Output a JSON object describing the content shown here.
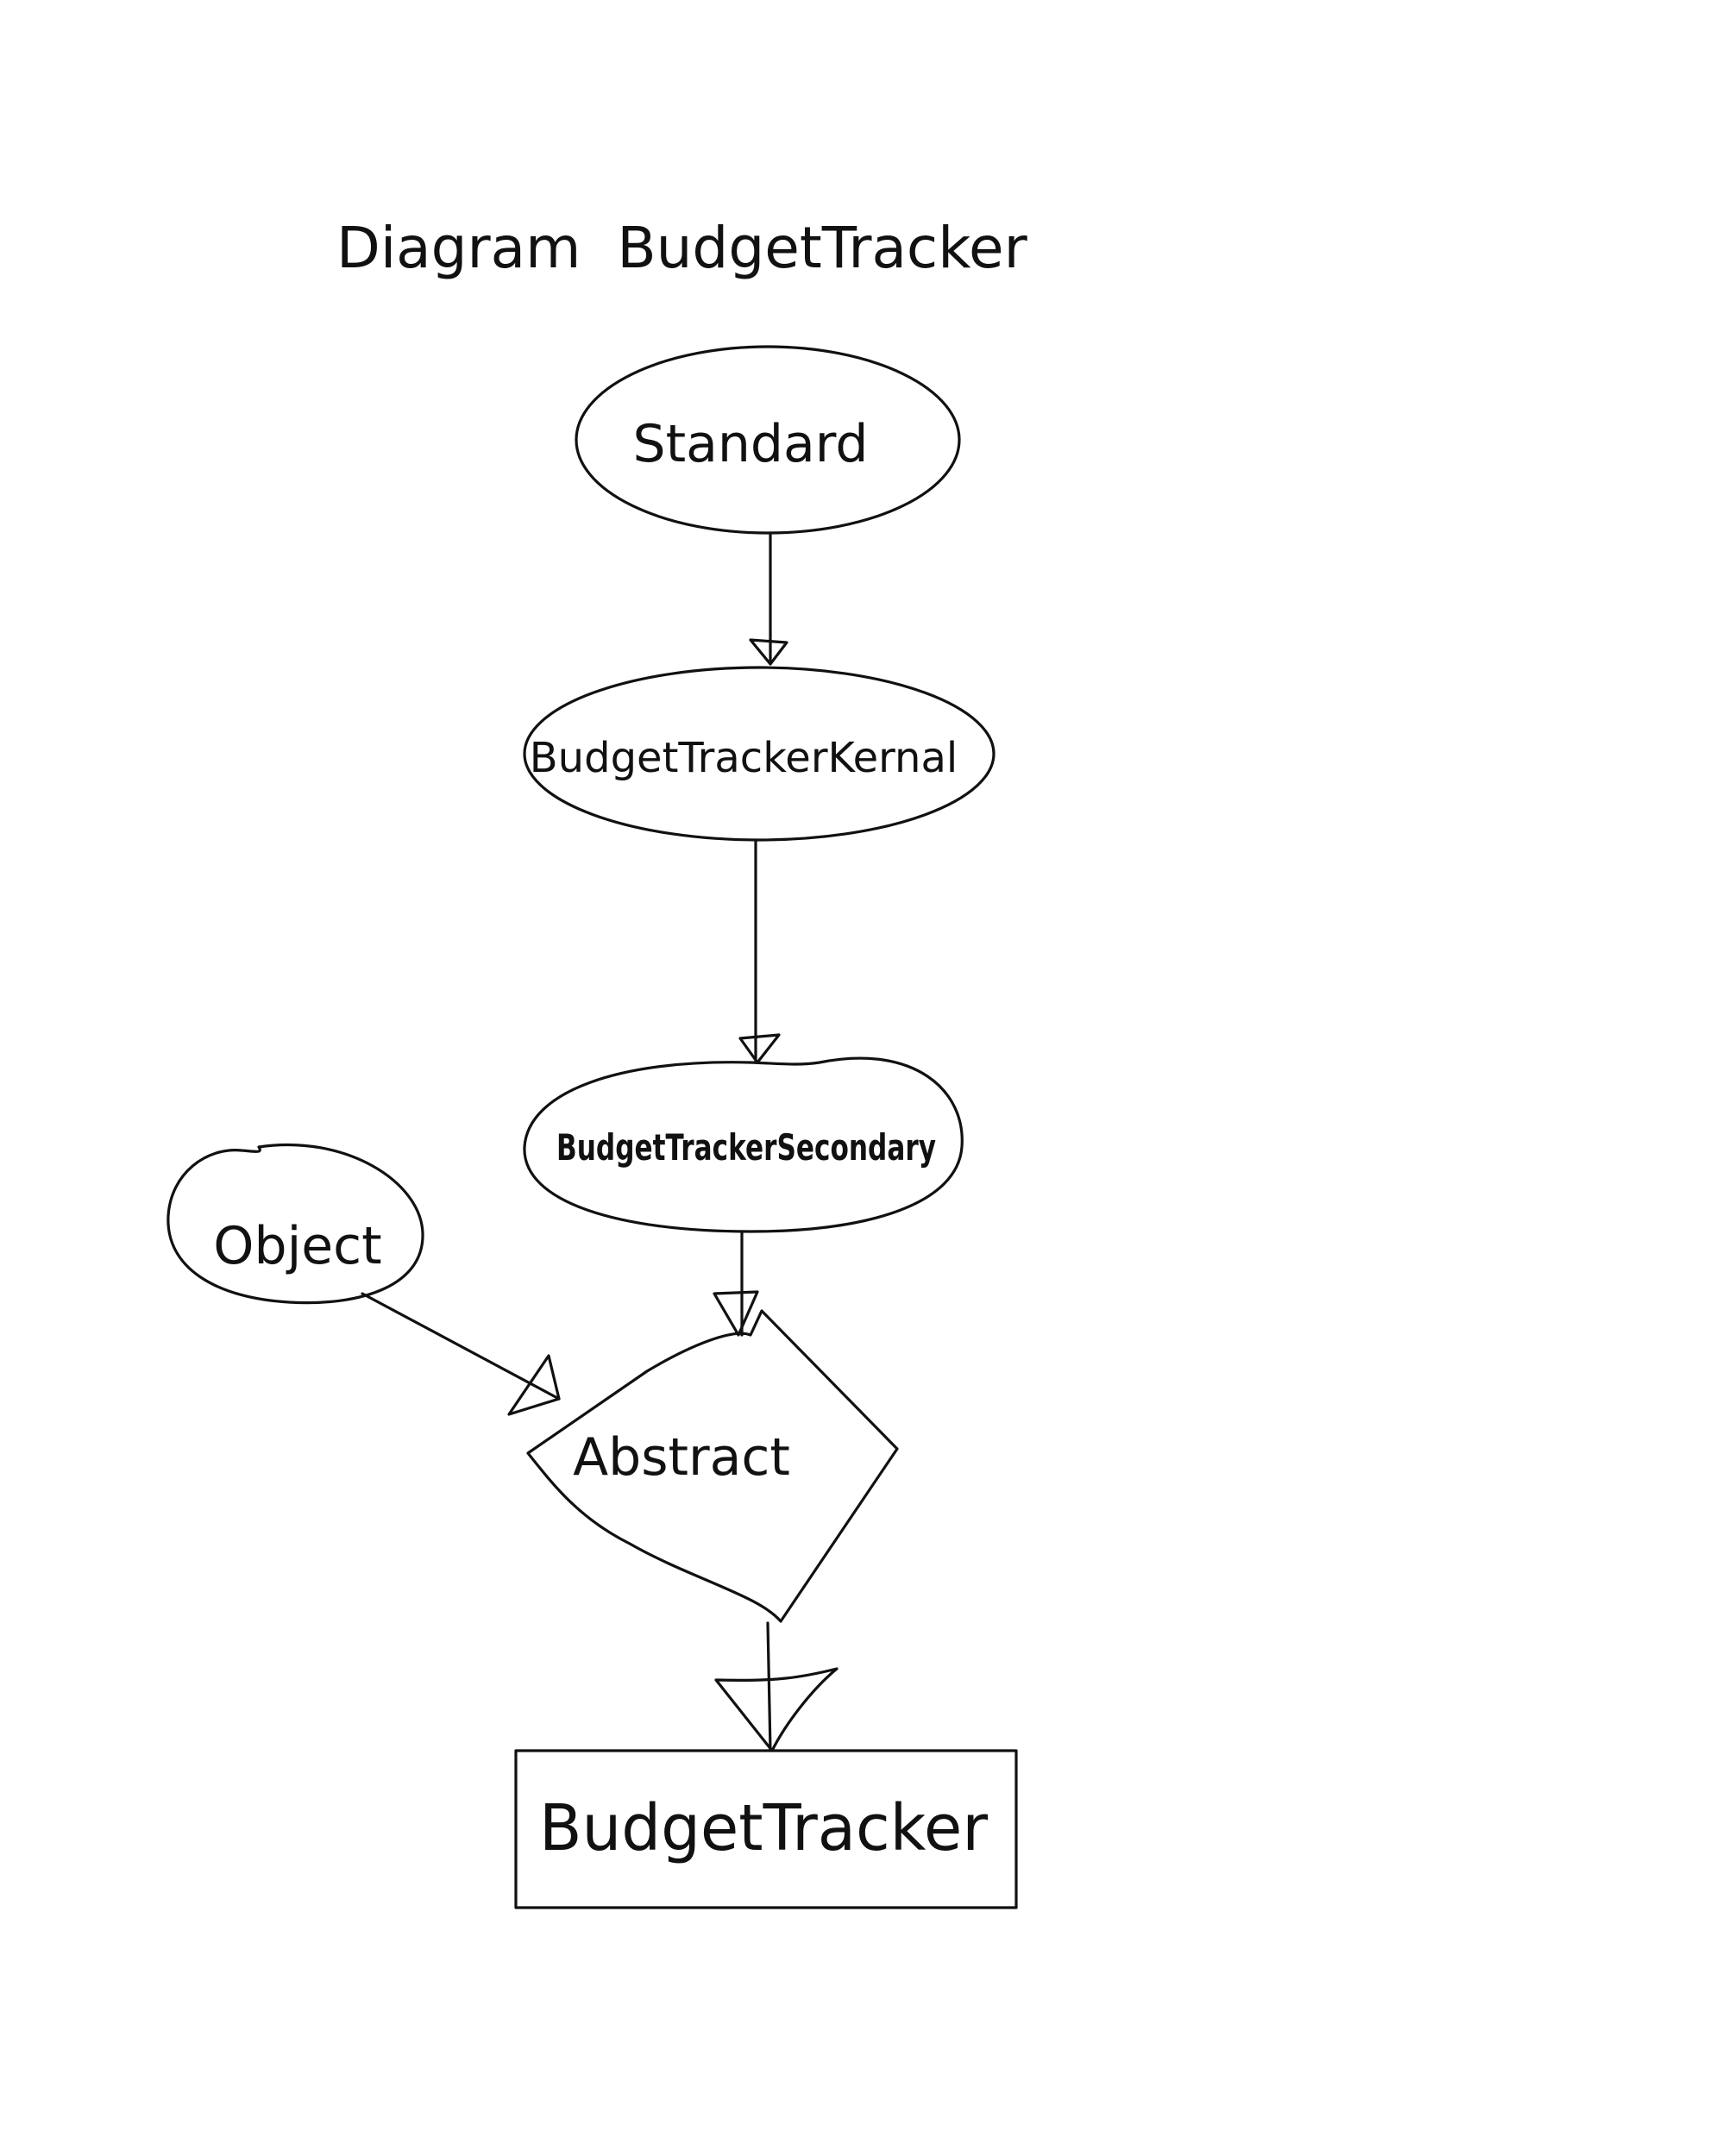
{
  "diagram": {
    "title": "Diagram  BudgetTracker",
    "nodes": {
      "standard": {
        "label": "Standard",
        "shape": "ellipse"
      },
      "kernel": {
        "label": "BudgetTrackerKernal",
        "shape": "ellipse"
      },
      "secondary": {
        "label": "BudgetTrackerSecondary",
        "shape": "ellipse"
      },
      "object": {
        "label": "Object",
        "shape": "ellipse"
      },
      "abstract": {
        "label": "Abstract",
        "shape": "diamond"
      },
      "budget_tracker": {
        "label": "BudgetTracker",
        "shape": "rectangle"
      }
    },
    "edges": [
      {
        "from": "standard",
        "to": "kernel",
        "arrowhead": "hollow-triangle"
      },
      {
        "from": "kernel",
        "to": "secondary",
        "arrowhead": "hollow-triangle"
      },
      {
        "from": "secondary",
        "to": "abstract",
        "arrowhead": "hollow-triangle"
      },
      {
        "from": "object",
        "to": "abstract",
        "arrowhead": "hollow-triangle"
      },
      {
        "from": "abstract",
        "to": "budget_tracker",
        "arrowhead": "hollow-triangle"
      }
    ],
    "ink_color": "#111111",
    "background_color": "#ffffff"
  }
}
